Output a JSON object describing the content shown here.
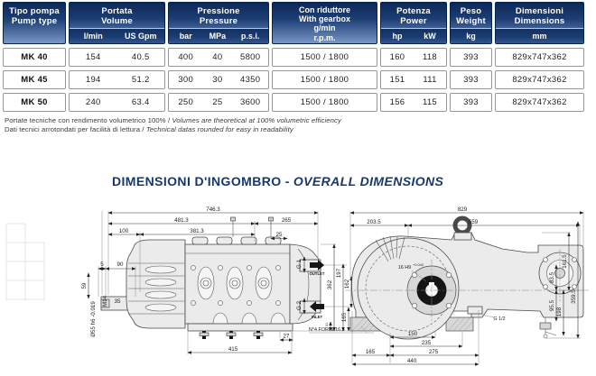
{
  "table": {
    "header": {
      "c1": {
        "it": "Tipo pompa",
        "en": "Pump type"
      },
      "c2": {
        "it": "Portata",
        "en": "Volume",
        "u1": "l/min",
        "u2": "US Gpm"
      },
      "c3": {
        "it": "Pressione",
        "en": "Pressure",
        "u1": "bar",
        "u2": "MPa",
        "u3": "p.s.i."
      },
      "c4": {
        "it": "Con riduttore",
        "en": "With gearbox",
        "l3": "g/min",
        "l4": "r.p.m."
      },
      "c5": {
        "it": "Potenza",
        "en": "Power",
        "u1": "hp",
        "u2": "kW"
      },
      "c6": {
        "it": "Peso",
        "en": "Weight",
        "u1": "kg"
      },
      "c7": {
        "it": "Dimensioni",
        "en": "Dimensions",
        "u1": "mm"
      }
    },
    "rows": [
      {
        "model": "MK 40",
        "lmin": "154",
        "gpm": "40.5",
        "bar": "400",
        "mpa": "40",
        "psi": "5800",
        "rpm": "1500 / 1800",
        "hp": "160",
        "kw": "118",
        "kg": "393",
        "dim": "829x747x362"
      },
      {
        "model": "MK 45",
        "lmin": "194",
        "gpm": "51.2",
        "bar": "300",
        "mpa": "30",
        "psi": "4350",
        "rpm": "1500 / 1800",
        "hp": "151",
        "kw": "111",
        "kg": "393",
        "dim": "829x747x362"
      },
      {
        "model": "MK 50",
        "lmin": "240",
        "gpm": "63.4",
        "bar": "250",
        "mpa": "25",
        "psi": "3600",
        "rpm": "1500 / 1800",
        "hp": "156",
        "kw": "115",
        "kg": "393",
        "dim": "829x747x362"
      }
    ],
    "notes": [
      {
        "it": "Portate tecniche con rendimento volumetrico 100% /",
        "en": "Volumes are theoretical at 100% volumetric efficiency"
      },
      {
        "it": "Dati tecnici arrotondati per facilità di lettura /",
        "en": "Technical datas rounded for easy in readability"
      }
    ]
  },
  "section": {
    "it": "DIMENSIONI D'INGOMBRO -",
    "en": "OVERALL DIMENSIONS"
  },
  "drawings": {
    "dw1": {
      "total": "746.3",
      "a": "481.3",
      "b": "265",
      "c": "100",
      "d": "381.3",
      "e": "25",
      "f": "5",
      "g": "90",
      "h": "59",
      "thread": "M14",
      "i": "35",
      "shaft": "Ø55 h6 -0.019",
      "out_port": "G 1",
      "out": "OUTLET",
      "p197": "197",
      "p162": "162",
      "p362": "362",
      "in_port": "G 2",
      "in": "INLET",
      "p165": "165",
      "p31": "31",
      "p415": "415",
      "p27": "27"
    },
    "dw2": {
      "total": "829",
      "a": "203.5",
      "b": "559",
      "key": "16 H9",
      "key_tol": "+0.043",
      "p161": "161.5",
      "p83": "83.5",
      "p95": "95.5",
      "p198": "198",
      "p359": "359.5",
      "port": "G 1/2",
      "p150": "150",
      "p235": "235",
      "p165": "165",
      "p275": "275",
      "p440": "440",
      "holes": "N°4 FORI Ø16.5"
    }
  },
  "colors": {
    "header_dark": "#0b2857",
    "header_light": "#7896c6",
    "units_band": "#1b3c74",
    "heading_text": "#17386f",
    "cell_border": "#979797"
  }
}
